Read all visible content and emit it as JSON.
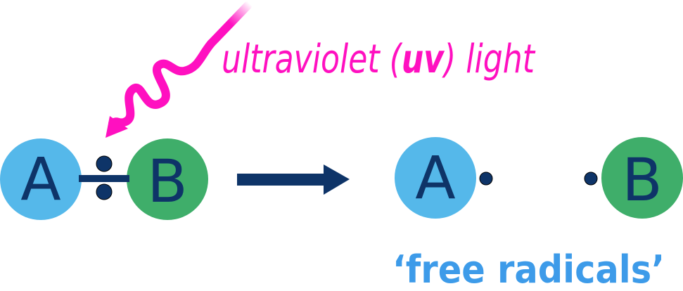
{
  "uv_label": {
    "prefix": "ultraviolet (",
    "emphasis": "uv",
    "suffix": ") light"
  },
  "molecule": {
    "atom_a": "A",
    "atom_b": "B"
  },
  "products": {
    "atom_a": "A",
    "atom_b": "B"
  },
  "caption": "‘free radicals’",
  "colors": {
    "atom_a": "#55b8ea",
    "atom_b": "#3fae6a",
    "navy": "#0e3468",
    "uv": "#ff10c0",
    "caption": "#3d9be9"
  },
  "icons": {
    "uv_wave": "wavy-arrow",
    "reaction": "right-arrow"
  }
}
